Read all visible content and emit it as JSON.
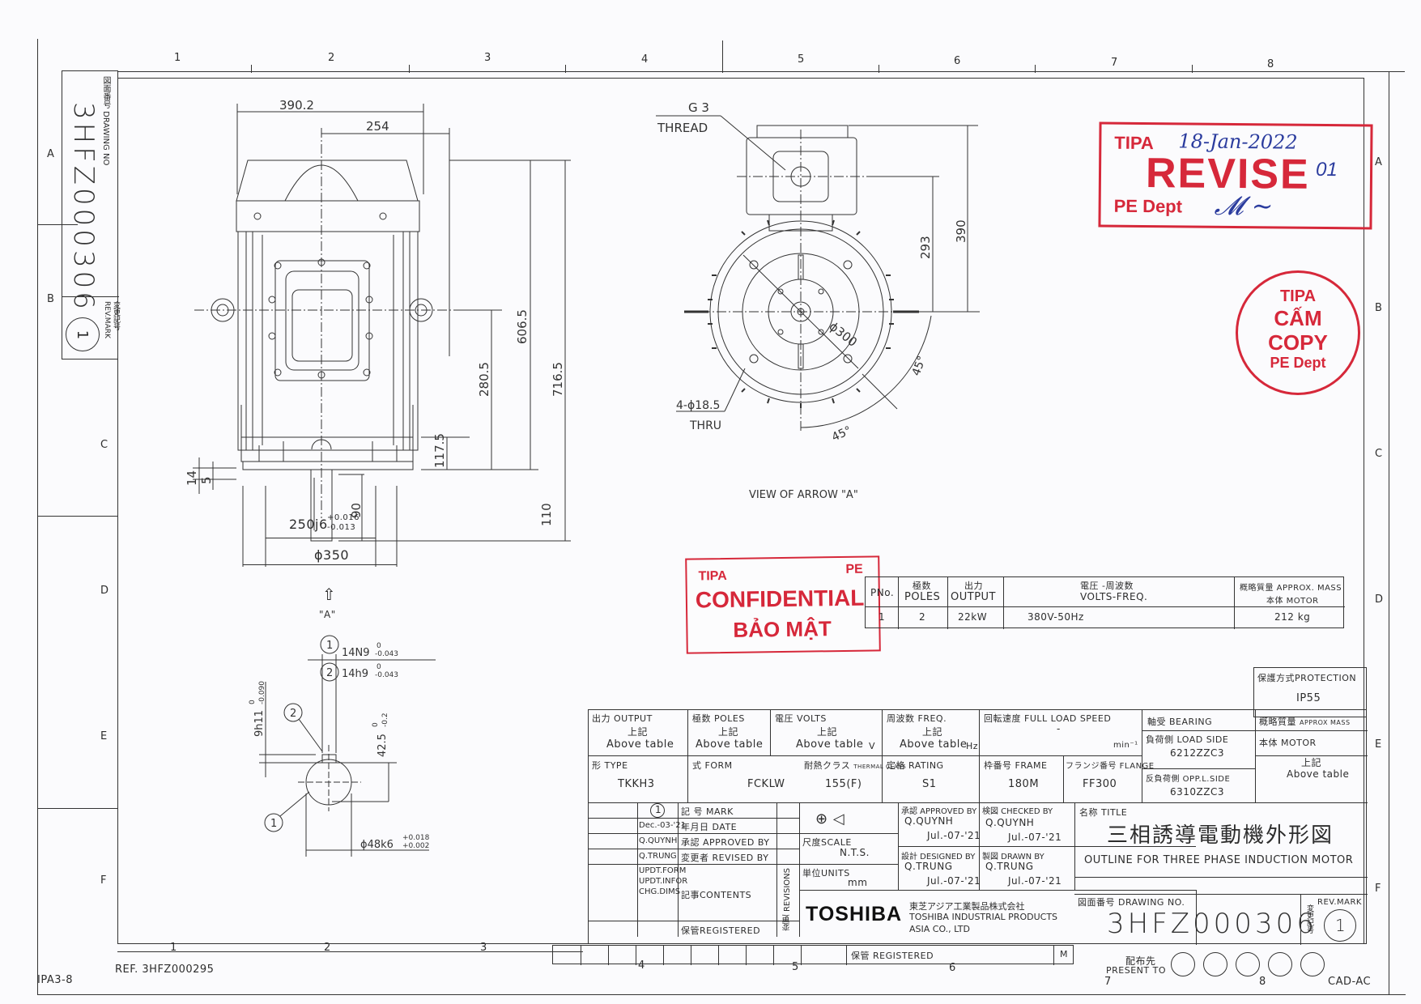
{
  "sheet": {
    "sheet_code": "IPA3-8",
    "reference": "REF. 3HFZ000295",
    "cad_mark": "CAD-AC",
    "column_labels_top": [
      "1",
      "2",
      "3",
      "4",
      "5",
      "6",
      "7",
      "8"
    ],
    "column_labels_bottom": [
      "1",
      "2",
      "3",
      "4",
      "5",
      "6",
      "7",
      "8"
    ],
    "row_labels": [
      "A",
      "B",
      "C",
      "D",
      "E",
      "F"
    ]
  },
  "side_tab": {
    "drawing_no_label": "図面番号 DRAWING NO",
    "drawing_no": "3HFZ000306",
    "rev_label": "変更記号 REV.MARK",
    "rev_mark": "1"
  },
  "front_view": {
    "dims": {
      "width_total": "390.2",
      "width_half": "254",
      "height_606": "606.5",
      "height_716": "716.5",
      "height_280": "280.5",
      "height_117": "117.5",
      "flange_14": "14",
      "flange_5": "5",
      "shaft_90": "90",
      "shaft_110": "110",
      "spigot": "250j6",
      "spigot_tol_upper": "+0.016",
      "spigot_tol_lower": "-0.013",
      "flange_dia": "ϕ350"
    },
    "arrow_label": "\"A\""
  },
  "end_view": {
    "thread_label_1": "G 3",
    "thread_label_2": "THREAD",
    "dim_390": "390",
    "dim_293": "293",
    "pcd": "ϕ300",
    "holes_1": "4-ϕ18.5",
    "holes_2": "THRU",
    "angle_1": "45°",
    "angle_2": "45°",
    "caption": "VIEW OF ARROW \"A\""
  },
  "shaft_detail": {
    "key_1": "14N9",
    "key_1_tol_upper": "0",
    "key_1_tol_lower": "-0.043",
    "key_2": "14h9",
    "key_2_tol_upper": "0",
    "key_2_tol_lower": "-0.043",
    "key_height": "9h11",
    "key_height_tol_upper": "0",
    "key_height_tol_lower": "-0.090",
    "shaft_depth": "42.5",
    "shaft_depth_tol_upper": "0",
    "shaft_depth_tol_lower": "-0.2",
    "shaft_dia": "ϕ48k6",
    "shaft_dia_tol_upper": "+0.018",
    "shaft_dia_tol_lower": "+0.002",
    "balloon_1": "1",
    "balloon_2": "2"
  },
  "stamps": {
    "revise": {
      "org": "TIPA",
      "date": "18-Jan-2022",
      "word": "REVISE",
      "suffix": "01",
      "dept": "PE Dept",
      "color": "#d6283a"
    },
    "no_copy": {
      "org": "TIPA",
      "line1": "CẤM",
      "line2": "COPY",
      "dept": "PE Dept",
      "color": "#d6283a"
    },
    "confidential": {
      "org": "TIPA",
      "dept": "PE",
      "line1": "CONFIDENTIAL",
      "line2": "BẢO MẬT",
      "color": "#d6283a"
    }
  },
  "rating_table": {
    "headers": {
      "pno": "PNo.",
      "poles_jp": "極数",
      "poles": "POLES",
      "output_jp": "出力",
      "output": "OUTPUT",
      "volts_jp": "電圧 -周波数",
      "volts": "VOLTS-FREQ.",
      "mass_jp": "概略質量 APPROX. MASS",
      "mass_sub": "本体  MOTOR"
    },
    "rows": [
      {
        "pno": "1",
        "poles": "2",
        "output": "22kW",
        "volts_freq": "380V-50Hz",
        "mass": "212 kg"
      }
    ]
  },
  "title_block": {
    "protection_label": "保護方式PROTECTION",
    "protection_value": "IP55",
    "output_label": "出力 OUTPUT",
    "output_value_jp": "上記",
    "output_value": "Above table",
    "poles_label": "極数 POLES",
    "poles_value_jp": "上記",
    "poles_value": "Above table",
    "volts_label": "電圧 VOLTS",
    "volts_value_jp": "上記",
    "volts_value": "Above table",
    "volts_unit": "V",
    "freq_label": "周波数 FREQ.",
    "freq_value_jp": "上記",
    "freq_value": "Above table",
    "freq_unit": "Hz",
    "speed_label": "回転速度  FULL LOAD SPEED",
    "speed_value": "-",
    "speed_unit": "min⁻¹",
    "bearing_label": "軸受      BEARING",
    "bearing_load_label": "負荷側  LOAD SIDE",
    "bearing_load_value": "6212ZZC3",
    "bearing_opp_label": "反負荷側 OPP.L.SIDE",
    "bearing_opp_value": "6310ZZC3",
    "mass_label": "概略質量",
    "mass_label_en": "APPROX MASS",
    "mass_motor_label": "本体      MOTOR",
    "mass_value_jp": "上記",
    "mass_value": "Above table",
    "type_label": "形   TYPE",
    "type_value": "TKKH3",
    "form_label": "式    FORM",
    "form_value": "FCKLW",
    "thermal_label": "耐熱クラス",
    "thermal_label_en": "THERMAL CLASS",
    "thermal_value": "155(F)",
    "rating_label": "定格   RATING",
    "rating_value": "S1",
    "frame_label": "枠番号 FRAME",
    "frame_value": "180M",
    "flange_label": "フランジ番号 FLANGE",
    "flange_value": "FF300",
    "revisions": {
      "mark_value": "1",
      "mark_label": "記   号 MARK",
      "date_value": "Dec.-03-'21",
      "date_label": "年月日 DATE",
      "approved_value": "Q.QUYNH",
      "approved_label": "承認 APPROVED BY",
      "revised_value": "Q.TRUNG",
      "revised_label": "変更者 REVISED BY",
      "contents_value_1": "UPDT.FORM",
      "contents_value_2": "UPDT.INFOR",
      "contents_value_3": "CHG.DIMS",
      "contents_label": "記事CONTENTS",
      "registered_label": "保管REGISTERED",
      "revisions_vertical": "変更 REVISIONS"
    },
    "scale_label": "尺度SCALE",
    "scale_value": "N.T.S.",
    "units_label": "単位UNITS",
    "units_value": "mm",
    "approved_by_label": "承認 APPROVED BY",
    "approved_by_name": "Q.QUYNH",
    "approved_by_date": "Jul.-07-'21",
    "checked_by_label": "検図 CHECKED BY",
    "checked_by_name": "Q.QUYNH",
    "checked_by_date": "Jul.-07-'21",
    "designed_by_label": "設計 DESIGNED BY",
    "designed_by_name": "Q.TRUNG",
    "designed_by_date": "Jul.-07-'21",
    "drawn_by_label": "製図 DRAWN BY",
    "drawn_by_name": "Q.TRUNG",
    "drawn_by_date": "Jul.-07-'21",
    "title_label": "名称 TITLE",
    "title_jp": "三相誘導電動機外形図",
    "title_en": "OUTLINE FOR THREE PHASE INDUCTION MOTOR",
    "company_logo": "TOSHIBA",
    "company_jp": "東芝アジア工業製品株式会社",
    "company_en_1": "TOSHIBA INDUSTRIAL PRODUCTS",
    "company_en_2": "ASIA CO., LTD",
    "registered_label": "保管 REGISTERED",
    "registered_mark": "M",
    "drawing_no_label": "図面番号 DRAWING NO.",
    "drawing_no": "3HFZ000306",
    "rev_mark_label": "REV.MARK",
    "rev_mark_vertical": "変更記号",
    "rev_mark": "1",
    "present_to_jp": "配布先",
    "present_to": "PRESENT TO"
  }
}
